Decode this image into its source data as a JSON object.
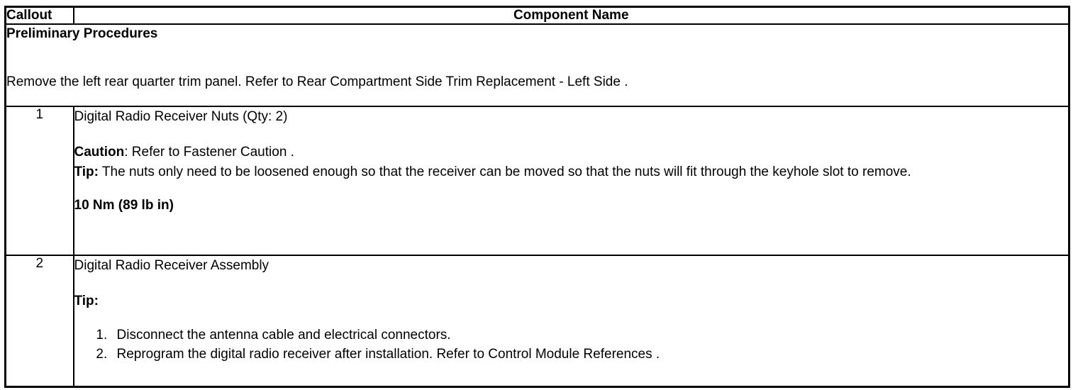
{
  "table": {
    "headers": {
      "callout": "Callout",
      "component_name": "Component Name"
    },
    "preliminary": {
      "title": "Preliminary Procedures",
      "body": "Remove the left rear quarter trim panel. Refer to Rear Compartment Side Trim Replacement - Left Side ."
    },
    "rows": [
      {
        "callout": "1",
        "component": "Digital Radio Receiver Nuts (Qty: 2)",
        "caution_label": "Caution",
        "caution_text": ": Refer to Fastener Caution .",
        "tip_label": "Tip:",
        "tip_text": " The nuts only need to be loosened enough so that the receiver can be moved so that the nuts will fit through the keyhole slot to remove.",
        "torque": "10 Nm (89 lb in)"
      },
      {
        "callout": "2",
        "component": "Digital Radio Receiver Assembly",
        "tip_label": "Tip:",
        "steps": [
          "Disconnect the antenna cable and electrical connectors.",
          "Reprogram the digital radio receiver after installation. Refer to Control Module References ."
        ]
      }
    ]
  },
  "colors": {
    "border": "#000000",
    "text": "#000000",
    "background": "#ffffff"
  }
}
